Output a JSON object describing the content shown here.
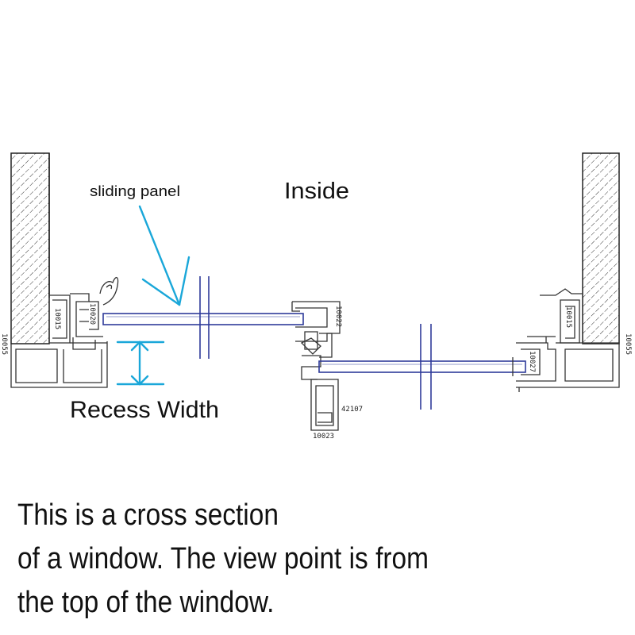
{
  "labels": {
    "sliding_panel": "sliding panel",
    "inside": "Inside",
    "recess_width": "Recess Width"
  },
  "profile_codes": {
    "left_outer": "10055",
    "left_frame": "10015",
    "left_sash": "10020",
    "center_sash": "10022",
    "center_mullion": "42107",
    "center_bottom": "10023",
    "right_sash": "10027",
    "right_frame": "10015",
    "right_outer": "10055"
  },
  "caption": [
    "This is a cross section",
    "of a window. The view point is from",
    "the top of the window."
  ],
  "colors": {
    "annotation": "#1aa7d9",
    "glass": "#2f3b9a",
    "line": "#333333"
  }
}
